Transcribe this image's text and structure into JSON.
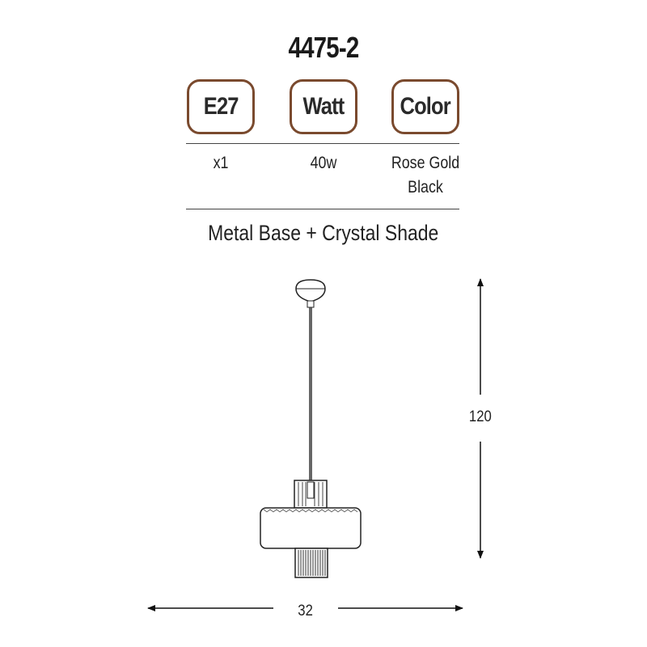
{
  "model": "4475-2",
  "badges": {
    "socket": "E27",
    "watt": "Watt",
    "color": "Color"
  },
  "values": {
    "quantity": "x1",
    "wattage": "40w",
    "color_line1": "Rose Gold",
    "color_line2": "Black"
  },
  "material": "Metal Base + Crystal Shade",
  "dimensions": {
    "height": "120",
    "width": "32"
  },
  "colors": {
    "badge_border": "#7a4a2e",
    "text": "#1a1a1a"
  }
}
